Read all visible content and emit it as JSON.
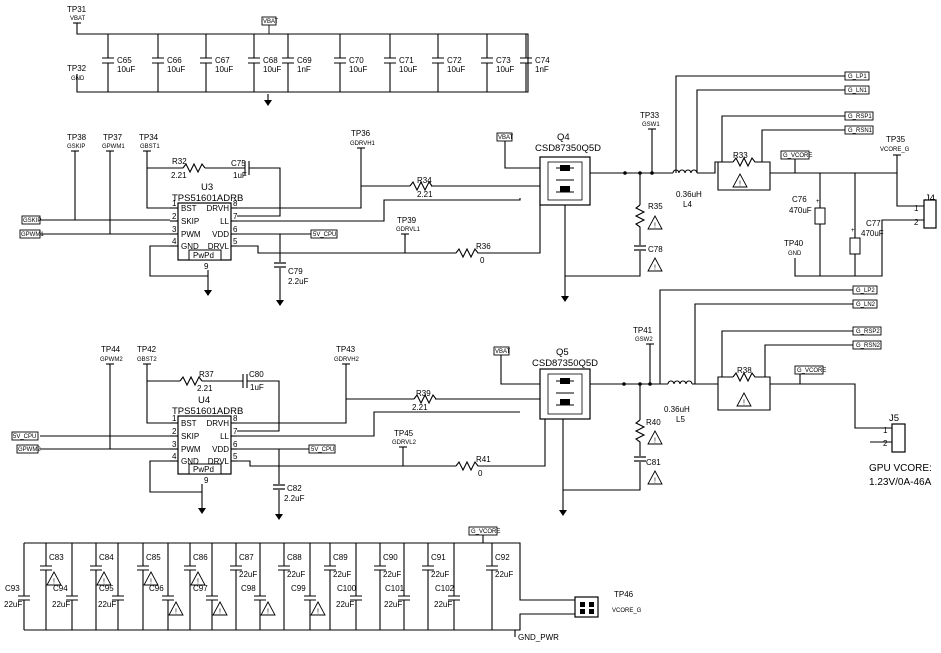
{
  "test_points": {
    "tp31": {
      "ref": "TP31",
      "net": "VBAT"
    },
    "tp32": {
      "ref": "TP32",
      "net": "GND"
    },
    "tp38": {
      "ref": "TP38",
      "net": "GSKIP"
    },
    "tp37": {
      "ref": "TP37",
      "net": "GPWM1"
    },
    "tp34": {
      "ref": "TP34",
      "net": "GBST1"
    },
    "tp36": {
      "ref": "TP36",
      "net": "GDRVH1"
    },
    "tp39": {
      "ref": "TP39",
      "net": "GDRVL1"
    },
    "tp33": {
      "ref": "TP33",
      "net": "GSW1"
    },
    "tp35": {
      "ref": "TP35",
      "net": "VCORE_G"
    },
    "tp40": {
      "ref": "TP40",
      "net": "GND"
    },
    "tp44": {
      "ref": "TP44",
      "net": "GPWM2"
    },
    "tp42": {
      "ref": "TP42",
      "net": "GBST2"
    },
    "tp43": {
      "ref": "TP43",
      "net": "GDRVH2"
    },
    "tp45": {
      "ref": "TP45",
      "net": "GDRVL2"
    },
    "tp41": {
      "ref": "TP41",
      "net": "GSW2"
    },
    "tp46": {
      "ref": "TP46",
      "net": "VCORE_G"
    }
  },
  "net_flags": {
    "vbat_top": "VBAT",
    "vbat_q4": "VBAT",
    "vbat_q5": "VBAT",
    "gskip": "GSKIP",
    "gpwm1": "GPWM1",
    "v5_cpu_u3": "5V_CPU",
    "v5_cpu_left": "5V_CPU",
    "gpwm2": "GPWM2",
    "v5_cpu_u4": "5V_CPU",
    "g_lp1": "G_LP1",
    "g_ln1": "G_LN1",
    "g_rsp1": "G_RSP1",
    "g_rsn1": "G_RSN1",
    "g_vcore_1": "G_VCORE",
    "g_lp2": "G_LP2",
    "g_ln2": "G_LN2",
    "g_rsp2": "G_RSP2",
    "g_rsn2": "G_RSN2",
    "g_vcore_2": "G_VCORE",
    "g_vcore_bottom": "G_VCORE"
  },
  "top_caps": [
    {
      "ref": "C65",
      "value": "10uF"
    },
    {
      "ref": "C66",
      "value": "10uF"
    },
    {
      "ref": "C67",
      "value": "10uF"
    },
    {
      "ref": "C68",
      "value": "10uF"
    },
    {
      "ref": "C69",
      "value": "1nF"
    },
    {
      "ref": "C70",
      "value": "10uF"
    },
    {
      "ref": "C71",
      "value": "10uF"
    },
    {
      "ref": "C72",
      "value": "10uF"
    },
    {
      "ref": "C73",
      "value": "10uF"
    },
    {
      "ref": "C74",
      "value": "1nF"
    }
  ],
  "u3": {
    "ref": "U3",
    "part": "TPS51601ADRB",
    "pins_left": [
      {
        "num": "1",
        "name": "BST"
      },
      {
        "num": "2",
        "name": "SKIP"
      },
      {
        "num": "3",
        "name": "PWM"
      },
      {
        "num": "4",
        "name": "GND"
      }
    ],
    "pins_right": [
      {
        "num": "8",
        "name": "DRVH"
      },
      {
        "num": "7",
        "name": "LL"
      },
      {
        "num": "6",
        "name": "VDD"
      },
      {
        "num": "5",
        "name": "DRVL"
      }
    ],
    "pad": "PwPd",
    "pad_num": "9"
  },
  "u4": {
    "ref": "U4",
    "part": "TPS51601ADRB",
    "pins_left": [
      {
        "num": "1",
        "name": "BST"
      },
      {
        "num": "2",
        "name": "SKIP"
      },
      {
        "num": "3",
        "name": "PWM"
      },
      {
        "num": "4",
        "name": "GND"
      }
    ],
    "pins_right": [
      {
        "num": "8",
        "name": "DRVH"
      },
      {
        "num": "7",
        "name": "LL"
      },
      {
        "num": "6",
        "name": "VDD"
      },
      {
        "num": "5",
        "name": "DRVL"
      }
    ],
    "pad": "PwPd",
    "pad_num": "9"
  },
  "q4": {
    "ref": "Q4",
    "part": "CSD87350Q5D"
  },
  "q5": {
    "ref": "Q5",
    "part": "CSD87350Q5D"
  },
  "phase1": {
    "r32": {
      "ref": "R32",
      "value": "2.21"
    },
    "c75": {
      "ref": "C75",
      "value": "1uF"
    },
    "r34": {
      "ref": "R34",
      "value": "2.21"
    },
    "r36": {
      "ref": "R36",
      "value": "0"
    },
    "c79": {
      "ref": "C79",
      "value": "2.2uF"
    },
    "r35": {
      "ref": "R35"
    },
    "c78": {
      "ref": "C78"
    },
    "l4": {
      "ref": "L4",
      "value": "0.36uH"
    },
    "r33": {
      "ref": "R33"
    },
    "c76": {
      "ref": "C76",
      "value": "470uF"
    },
    "c77": {
      "ref": "C77",
      "value": "470uF"
    },
    "j4": {
      "ref": "J4",
      "pin1": "1",
      "pin2": "2"
    }
  },
  "phase2": {
    "r37": {
      "ref": "R37",
      "value": "2.21"
    },
    "c80": {
      "ref": "C80",
      "value": "1uF"
    },
    "r39": {
      "ref": "R39",
      "value": "2.21"
    },
    "r41": {
      "ref": "R41",
      "value": "0"
    },
    "c82": {
      "ref": "C82",
      "value": "2.2uF"
    },
    "r40": {
      "ref": "R40"
    },
    "c81": {
      "ref": "C81"
    },
    "l5": {
      "ref": "L5",
      "value": "0.36uH"
    },
    "r38": {
      "ref": "R38"
    },
    "j5": {
      "ref": "J5",
      "pin1": "1",
      "pin2": "2"
    }
  },
  "note": {
    "line1": "GPU VCORE:",
    "line2": "1.23V/0A-46A"
  },
  "bottom_caps": [
    {
      "ref": "C93",
      "value": "22uF"
    },
    {
      "ref": "C83",
      "value": "!"
    },
    {
      "ref": "C94",
      "value": "22uF"
    },
    {
      "ref": "C84",
      "value": "!"
    },
    {
      "ref": "C95",
      "value": "22uF"
    },
    {
      "ref": "C85",
      "value": "!"
    },
    {
      "ref": "C96",
      "value": "!"
    },
    {
      "ref": "C86",
      "value": "!"
    },
    {
      "ref": "C97",
      "value": "!"
    },
    {
      "ref": "C87",
      "value": "22uF"
    },
    {
      "ref": "C98",
      "value": "!"
    },
    {
      "ref": "C88",
      "value": "22uF"
    },
    {
      "ref": "C99",
      "value": "!"
    },
    {
      "ref": "C89",
      "value": "22uF"
    },
    {
      "ref": "C100",
      "value": "22uF"
    },
    {
      "ref": "C90",
      "value": "22uF"
    },
    {
      "ref": "C101",
      "value": "22uF"
    },
    {
      "ref": "C91",
      "value": "22uF"
    },
    {
      "ref": "C102",
      "value": "22uF"
    },
    {
      "ref": "C92",
      "value": "22uF"
    }
  ],
  "gnd_pwr": "GND_PWR",
  "tp46_label": "VCORE_G",
  "warning_glyph": "!"
}
